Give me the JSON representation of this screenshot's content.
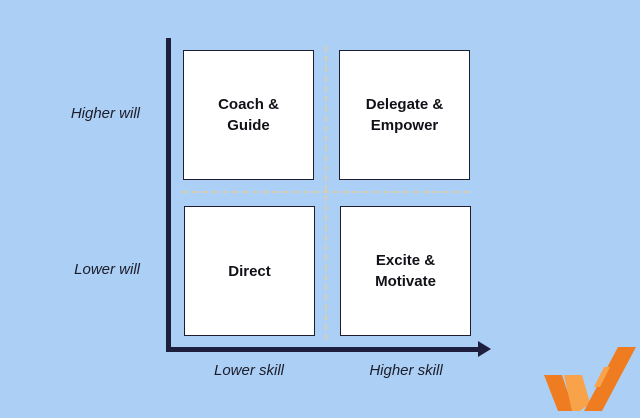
{
  "diagram": {
    "y_labels": {
      "top": "Higher will",
      "bottom": "Lower will"
    },
    "x_labels": {
      "left": "Lower skill",
      "right": "Higher skill"
    },
    "quadrants": {
      "top_left": "Coach &\nGuide",
      "top_right": "Delegate &\nEmpower",
      "bottom_left": "Direct",
      "bottom_right": "Excite &\nMotivate"
    }
  },
  "colors": {
    "background": "#acd0f5",
    "axis": "#1e1f3f",
    "box_fill": "#ffffff",
    "divider_dash": "#d7cdb2",
    "logo_orange": "#f07c22",
    "logo_light_orange": "#f8a24a"
  },
  "logo": {
    "icon": "w-logo-icon"
  }
}
